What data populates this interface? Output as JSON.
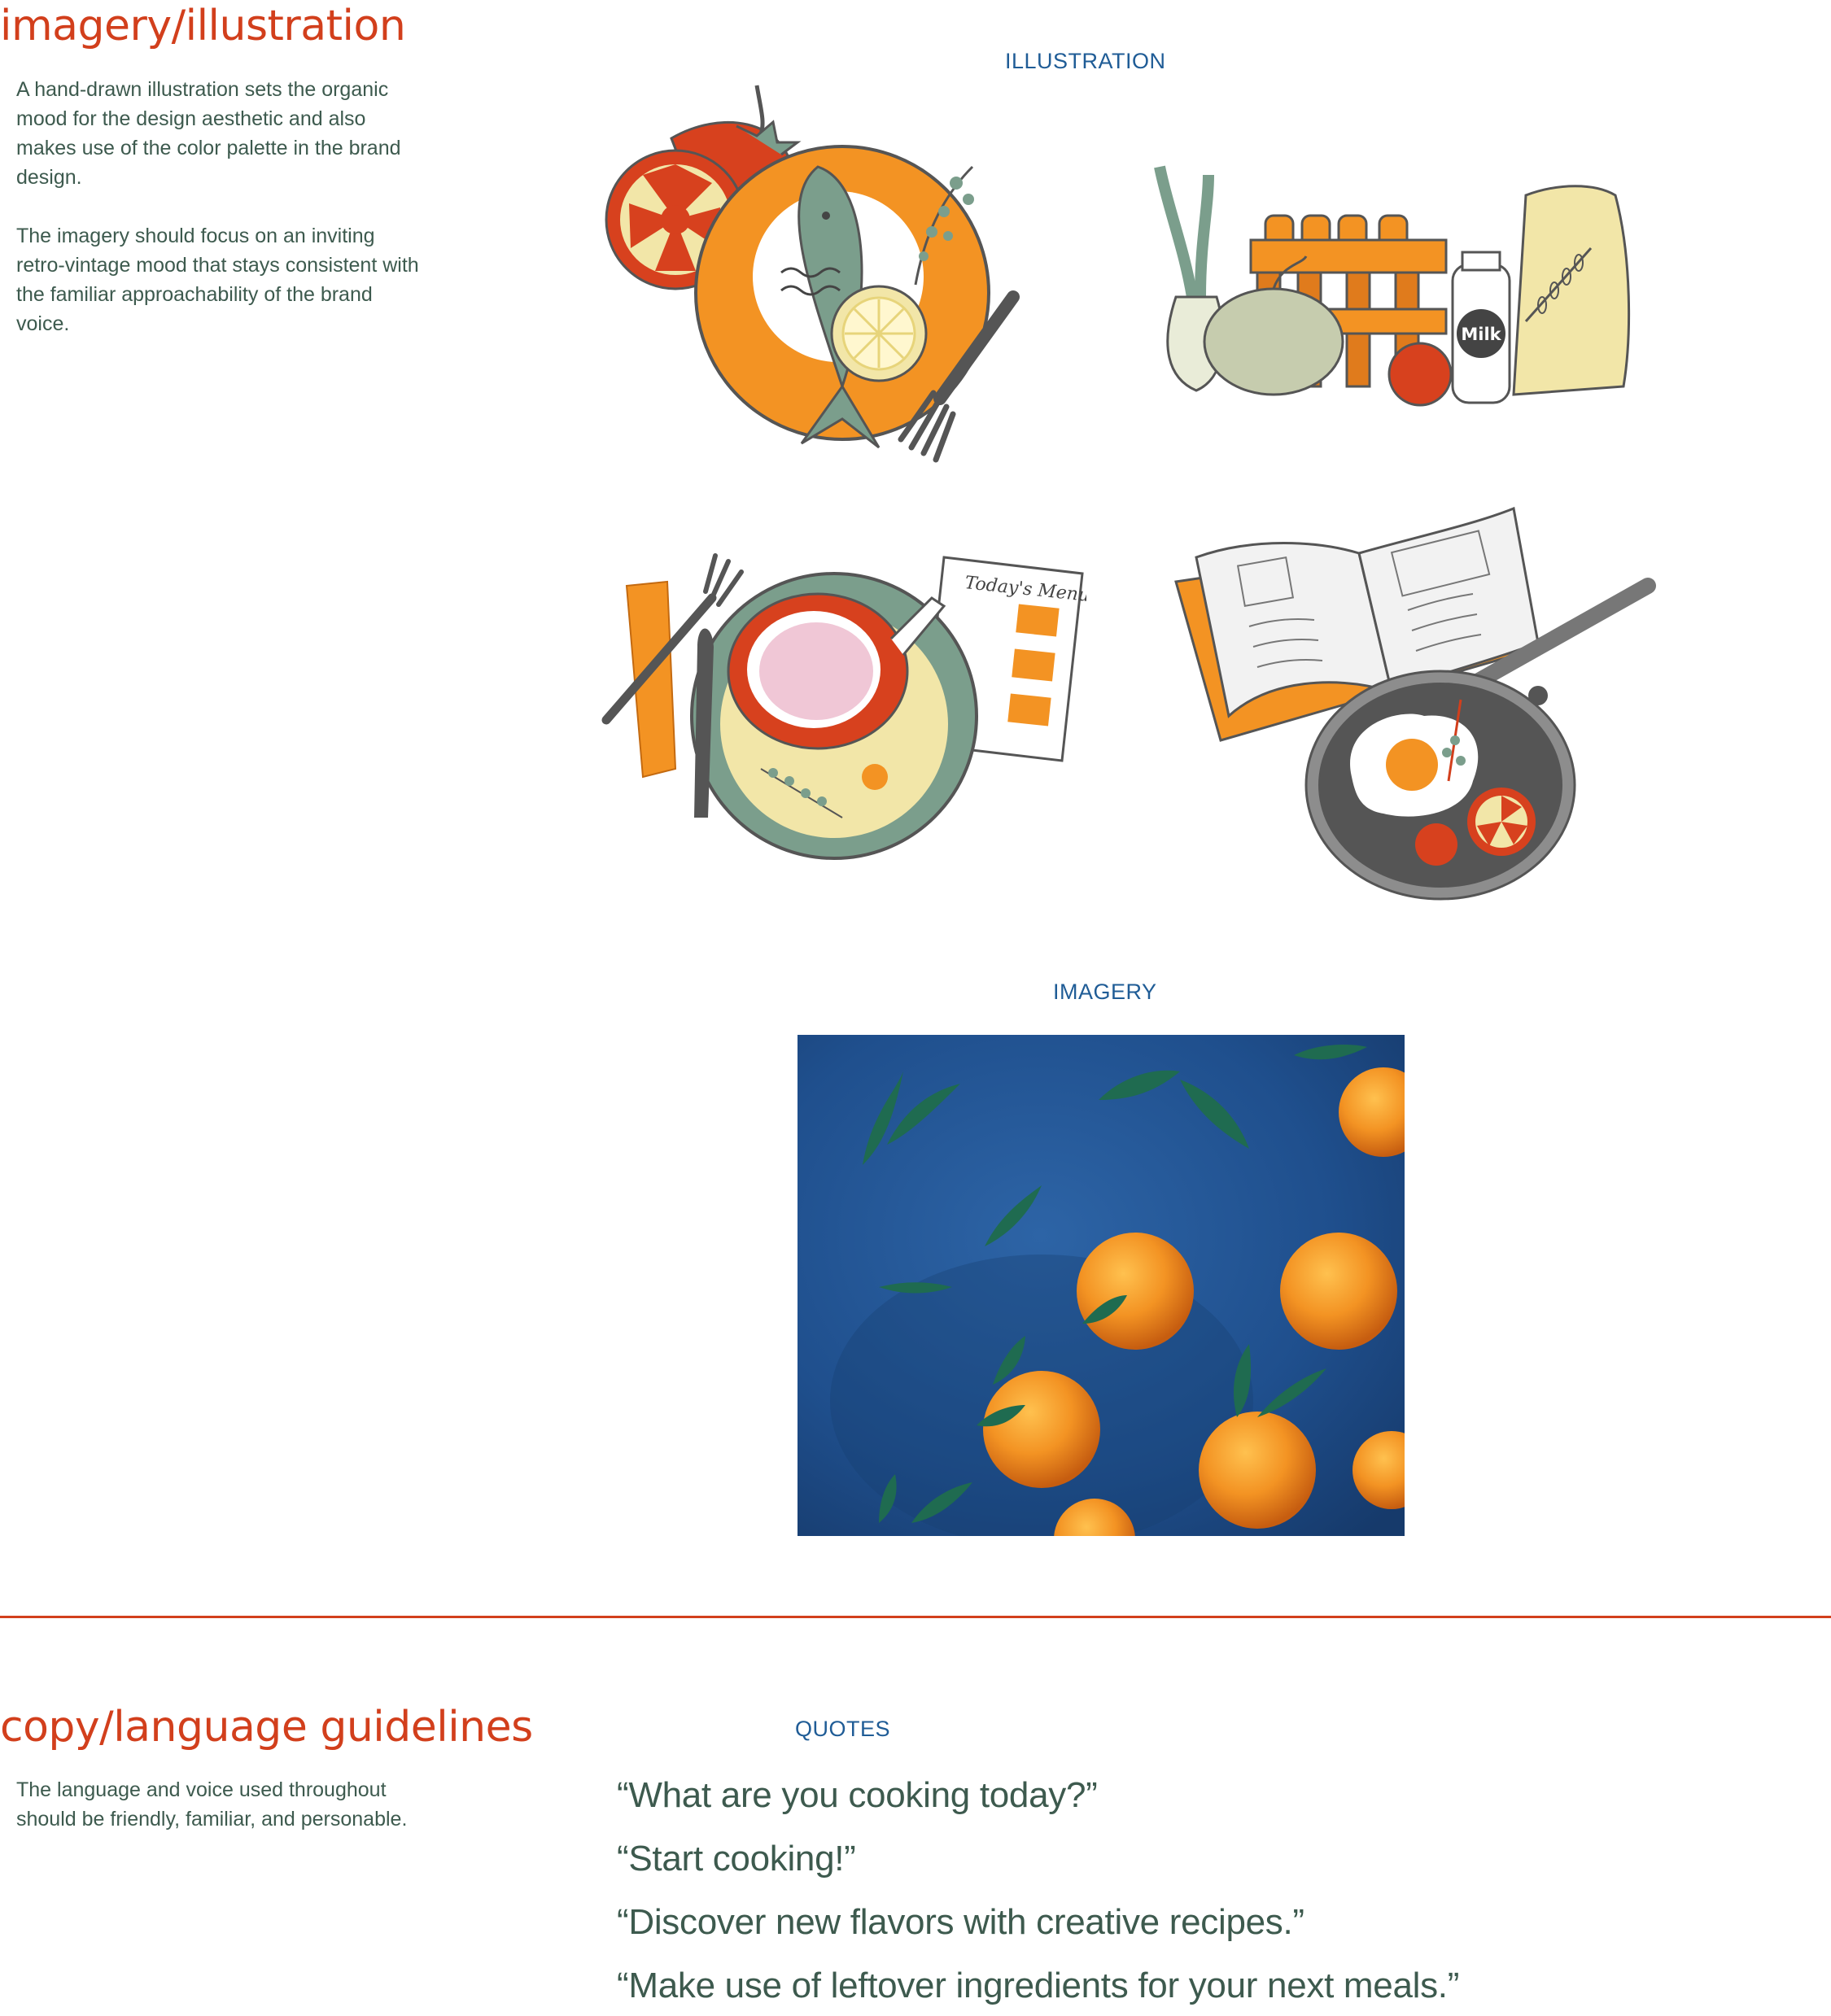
{
  "imagery_section": {
    "heading": "imagery/illustration",
    "paragraph_1": "A hand-drawn illustration sets the organic mood for the design aesthetic and also makes use of the color palette in the brand design.",
    "paragraph_2": "The imagery should focus on an inviting retro-vintage mood that stays consistent with the familiar approachability of the brand voice.",
    "illustration_label": "ILLUSTRATION",
    "imagery_label": "IMAGERY",
    "illustrations": [
      {
        "name": "fish-plate-illustration"
      },
      {
        "name": "groceries-illustration",
        "milk_label": "Milk"
      },
      {
        "name": "ham-dinner-illustration",
        "menu_title": "Today's Menu"
      },
      {
        "name": "egg-pan-cookbook-illustration"
      }
    ],
    "photo": {
      "subject": "mandarin oranges with leaves on blue surface"
    }
  },
  "copy_section": {
    "heading": "copy/language guidelines",
    "paragraph": "The language and voice used throughout should be friendly, familiar, and personable.",
    "quotes_label": "QUOTES",
    "quotes": [
      "“What are you cooking today?”",
      "“Start cooking!”",
      "“Discover new flavors with creative recipes.”",
      "“Make use of leftover ingredients for your next meals.”"
    ]
  },
  "colors": {
    "accent_red": "#d23f1c",
    "label_blue": "#1f5c96",
    "text_green": "#3d5a4e",
    "orange": "#f39323",
    "sage": "#7b9e8c",
    "cream": "#f2e6a8",
    "dark": "#555555"
  }
}
